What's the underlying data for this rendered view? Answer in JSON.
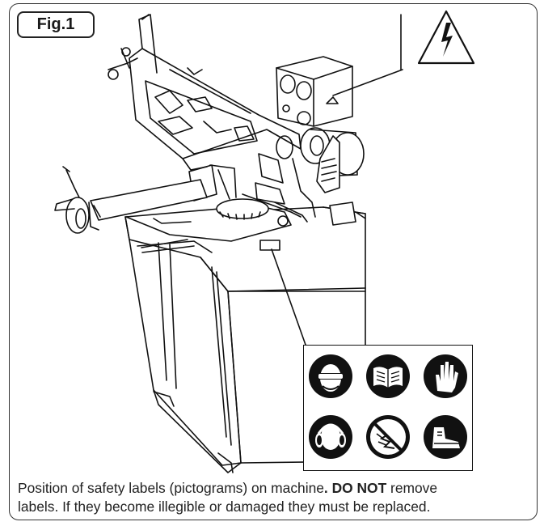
{
  "figure": {
    "label": "Fig.1"
  },
  "caption": {
    "part1": "Position of safety labels (pictograms) on machine",
    "part2": ". DO NOT",
    "part3": " remove",
    "line2": "labels. If they become illegible or damaged they must be replaced."
  },
  "pictograms": [
    {
      "icon": "eye-protection-icon"
    },
    {
      "icon": "read-manual-icon"
    },
    {
      "icon": "hand-protection-icon"
    },
    {
      "icon": "ear-protection-icon"
    },
    {
      "icon": "no-loose-clothing-icon"
    },
    {
      "icon": "safety-footwear-icon"
    }
  ]
}
